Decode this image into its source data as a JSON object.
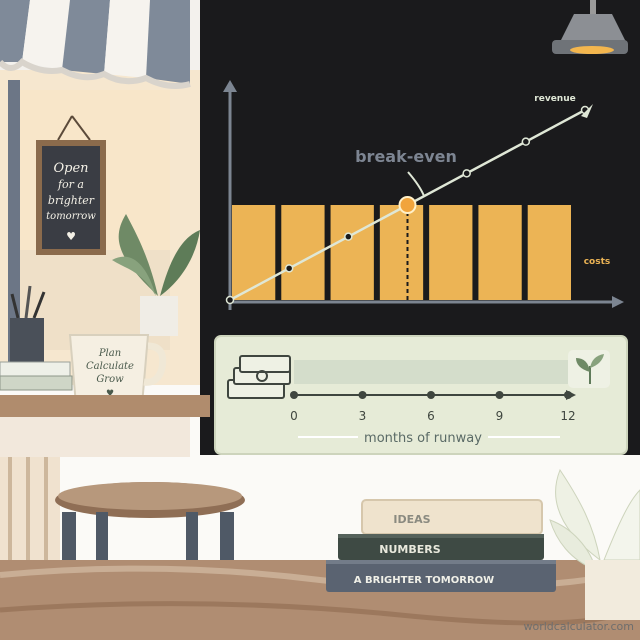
{
  "chalk_sign": {
    "line1": "Open",
    "line2": "for a",
    "line3": "brighter",
    "line4": "tomorrow",
    "heart": "♥"
  },
  "mug": {
    "line1": "Plan",
    "line2": "Calculate",
    "line3": "Grow",
    "heart": "♥"
  },
  "chart_data": {
    "type": "line",
    "title": "",
    "annotations": [
      "break-even"
    ],
    "series": [
      {
        "name": "revenue",
        "values": [
          0,
          1,
          2,
          3,
          4,
          5,
          6,
          7,
          8,
          9,
          10,
          11,
          12
        ]
      },
      {
        "name": "costs",
        "values": [
          6,
          6,
          6,
          6,
          6,
          6,
          6,
          6,
          6,
          6,
          6,
          6,
          6
        ]
      }
    ],
    "grid": false
  },
  "timeline": {
    "ticks": [
      "0",
      "3",
      "6",
      "9",
      "12"
    ],
    "label": "months of runway"
  },
  "books": {
    "top": "IDEAS",
    "middle": "NUMBERS",
    "bottom": "A BRIGHTER TOMORROW"
  },
  "watermark": "worldcalculator.com",
  "colors": {
    "chalkboard": "#1a1a1c",
    "bars": "#ecb455",
    "accent": "#f1a43c",
    "line": "#dfe7d6",
    "panel": "#e6ebd7",
    "wood": "#a27a5d"
  }
}
